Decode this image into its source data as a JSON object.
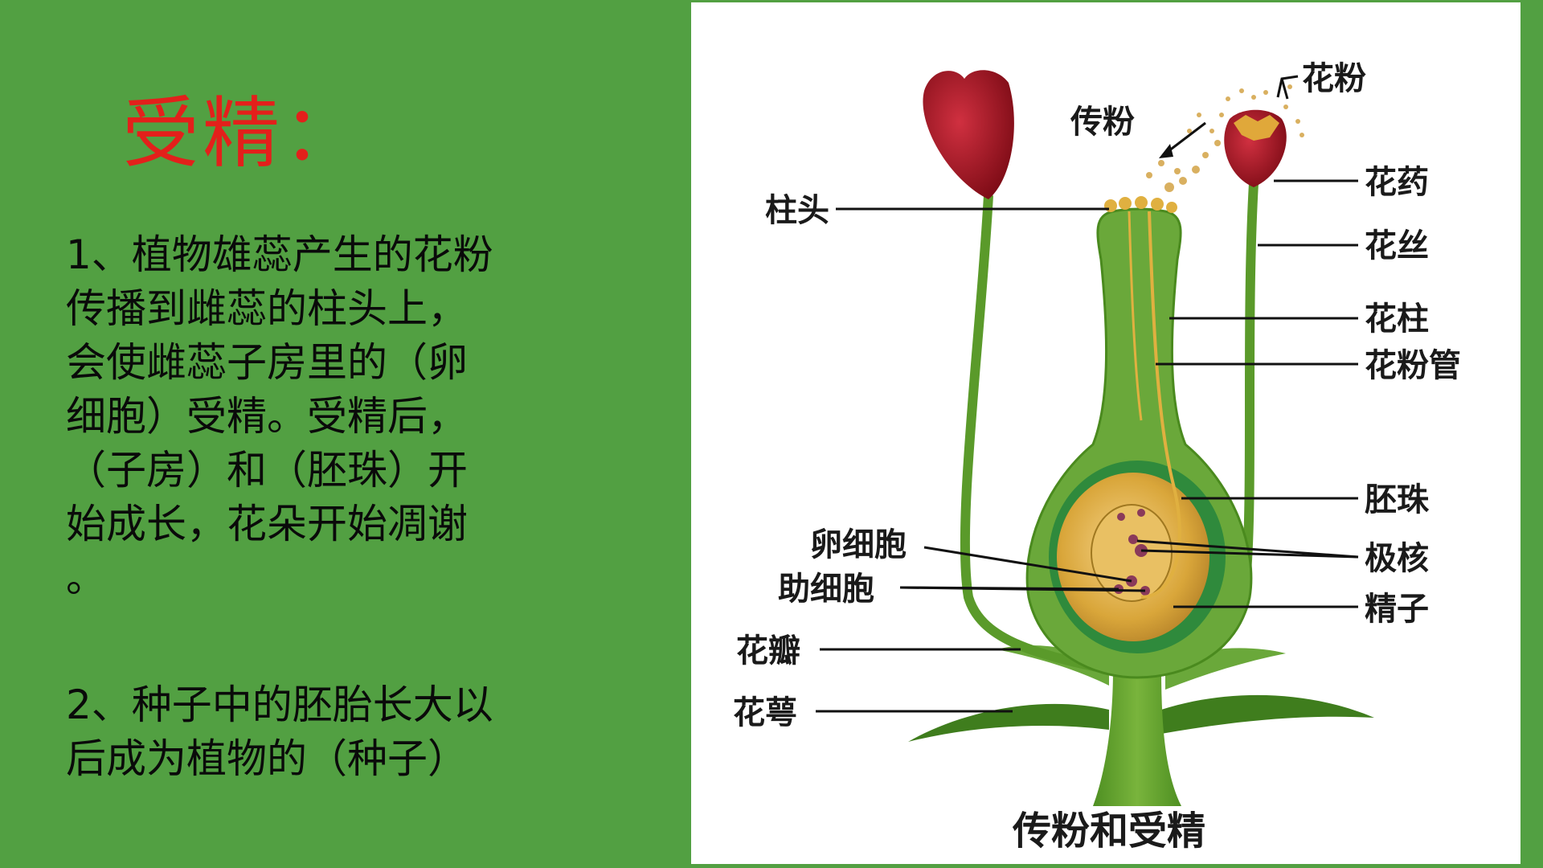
{
  "slide": {
    "title": "受精：",
    "paragraph1": "1、植物雄蕊产生的花粉\n传播到雌蕊的柱头上，\n会使雌蕊子房里的（卵\n细胞）受精。受精后，\n（子房）和（胚珠）开\n始成长，花朵开始凋谢\n。",
    "paragraph2": "2、种子中的胚胎长大以\n后成为植物的（种子）"
  },
  "diagram": {
    "caption": "传粉和受精",
    "labels": {
      "pollination": "传粉",
      "pollen": "花粉",
      "stigma": "柱头",
      "anther": "花药",
      "filament": "花丝",
      "style": "花柱",
      "pollen_tube": "花粉管",
      "ovule": "胚珠",
      "egg_cell": "卵细胞",
      "polar_nuclei": "极核",
      "synergid": "助细胞",
      "sperm": "精子",
      "petal": "花瓣",
      "sepal": "花萼"
    }
  },
  "colors": {
    "background": "#52a042",
    "title": "#e3201b",
    "plant_green": "#5a9a2a",
    "stamen_red": "#a3101e",
    "pollen_yellow": "#e0b040",
    "ovule_gold": "#d9a63a"
  }
}
